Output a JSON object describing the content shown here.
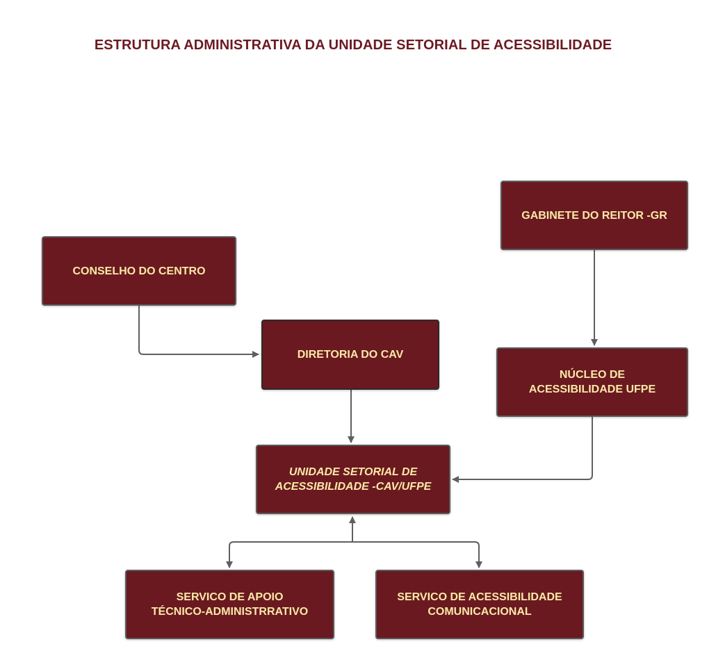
{
  "title": "ESTRUTURA ADMINISTRATIVA DA UNIDADE SETORIAL DE ACESSIBILIDADE",
  "colors": {
    "box_fill": "#6a1921",
    "box_text": "#fbe9a6",
    "title_text": "#6b1a22",
    "connector": "#5f5f5f"
  },
  "nodes": {
    "conselho": {
      "lines": [
        "CONSELHO DO CENTRO"
      ]
    },
    "gabinete": {
      "lines": [
        "GABINETE DO REITOR -GR"
      ]
    },
    "diretoria": {
      "lines": [
        "DIRETORIA DO CAV"
      ]
    },
    "nucleo": {
      "lines": [
        "NÚCLEO DE",
        "ACESSIBILIDADE UFPE"
      ]
    },
    "unidade": {
      "lines": [
        "UNIDADE SETORIAL DE",
        "ACESSIBILIDADE -CAV/UFPE"
      ]
    },
    "apoio": {
      "lines": [
        "SERVICO DE APOIO",
        "TÉCNICO-ADMINISTRRATIVO"
      ]
    },
    "comunicacional": {
      "lines": [
        "SERVICO DE ACESSIBILIDADE",
        "COMUNICACIONAL"
      ]
    }
  },
  "edges": [
    {
      "from": "conselho",
      "to": "diretoria"
    },
    {
      "from": "diretoria",
      "to": "unidade"
    },
    {
      "from": "gabinete",
      "to": "nucleo"
    },
    {
      "from": "nucleo",
      "to": "unidade"
    },
    {
      "from": "unidade",
      "to": "apoio"
    },
    {
      "from": "unidade",
      "to": "comunicacional"
    }
  ]
}
